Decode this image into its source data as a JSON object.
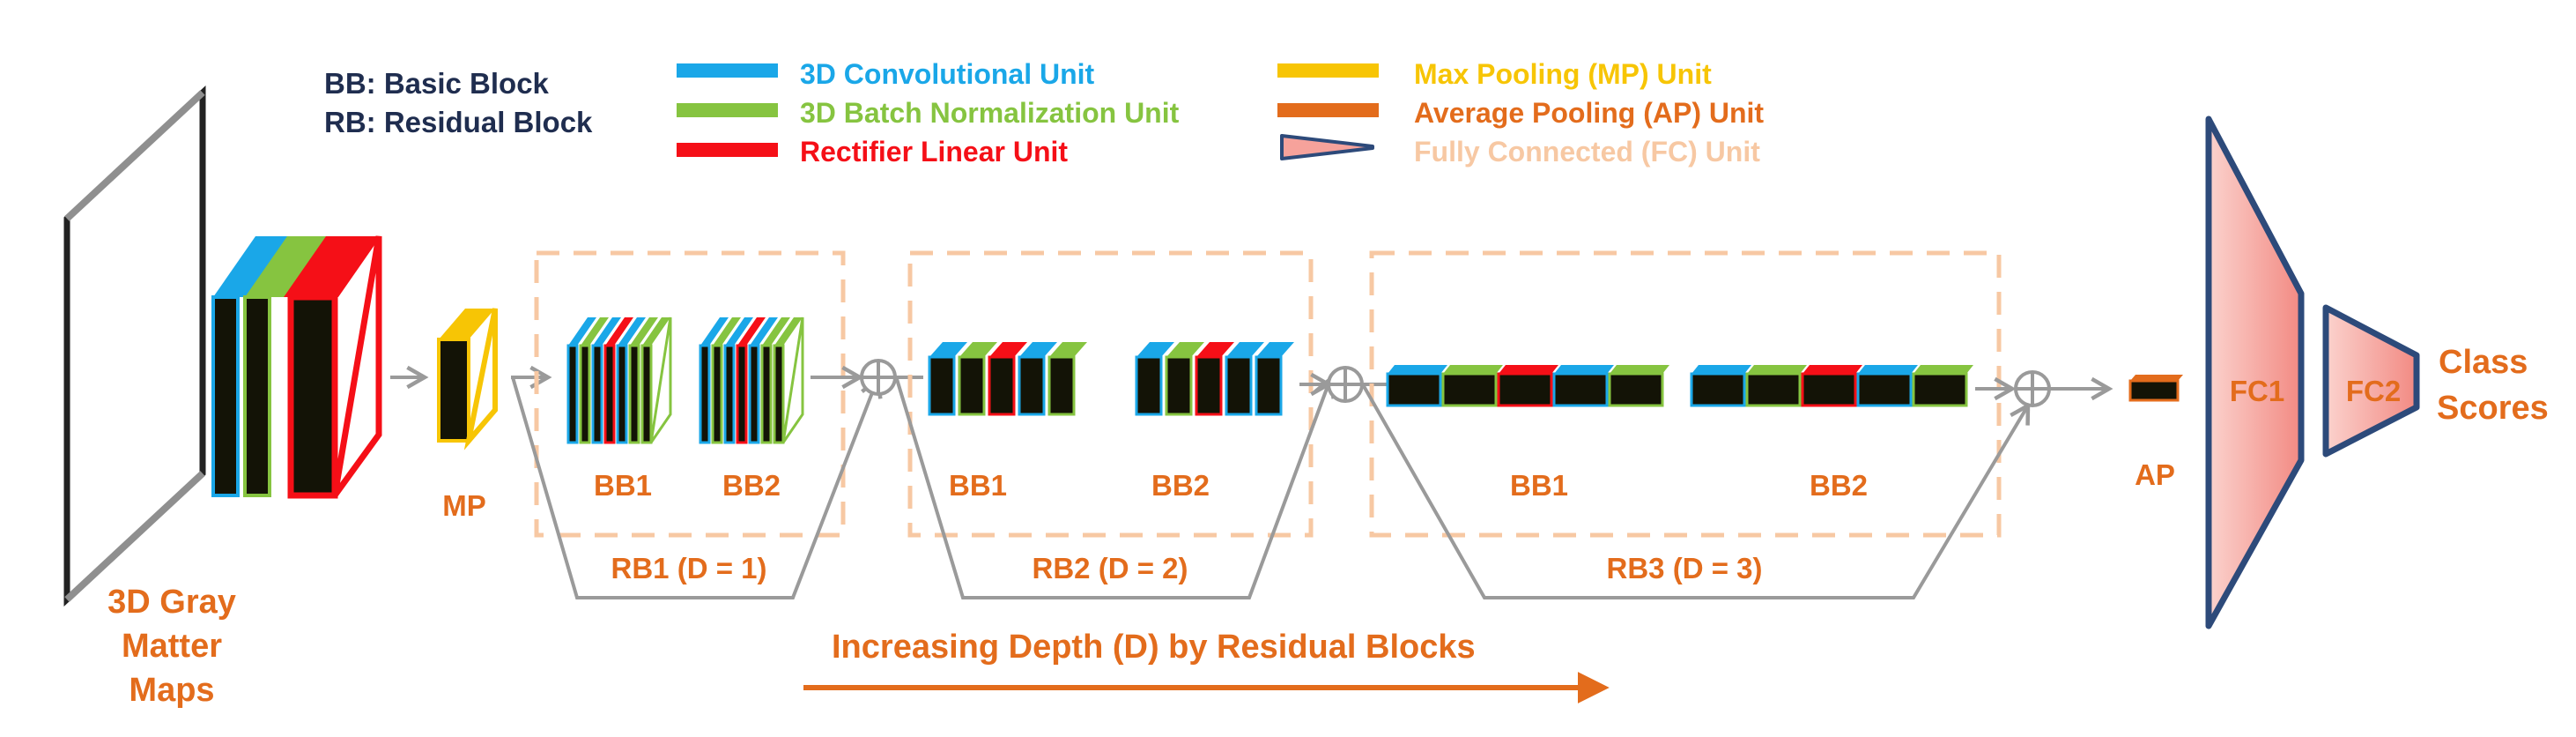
{
  "abbreviations": {
    "bb": "BB: Basic Block",
    "rb": "RB: Residual Block"
  },
  "legend": {
    "conv": "3D Convolutional Unit",
    "bn": "3D Batch Normalization Unit",
    "relu": "Rectifier Linear Unit",
    "maxpool": "Max Pooling (MP) Unit",
    "avgpool": "Average Pooling (AP) Unit",
    "fc": "Fully Connected (FC) Unit"
  },
  "colors": {
    "conv": "#1aa7e8",
    "bn": "#86c440",
    "relu": "#f50f17",
    "maxpool": "#f7c505",
    "avgpool": "#e36c1c",
    "fc_fill": "#f6a29b",
    "fc_edge": "#2d4a7a",
    "label_orange": "#e36c1c",
    "label_navy": "#1f2d4f",
    "block_fill": "#131306",
    "dashed_box": "#f7c8a3",
    "arrow_gray": "#9a9a9a"
  },
  "input": {
    "line1": "3D Gray",
    "line2": "Matter",
    "line3": "Maps"
  },
  "mp_label": "MP",
  "ap_label": "AP",
  "rb1": {
    "bb1": "BB1",
    "bb2": "BB2",
    "label": "RB1 (D = 1)"
  },
  "rb2": {
    "bb1": "BB1",
    "bb2": "BB2",
    "label": "RB2 (D = 2)"
  },
  "rb3": {
    "bb1": "BB1",
    "bb2": "BB2",
    "label": "RB3 (D = 3)"
  },
  "fc1": "FC1",
  "fc2": "FC2",
  "output": {
    "line1": "Class",
    "line2": "Scores"
  },
  "depth_caption": "Increasing Depth (D) by Residual Blocks"
}
